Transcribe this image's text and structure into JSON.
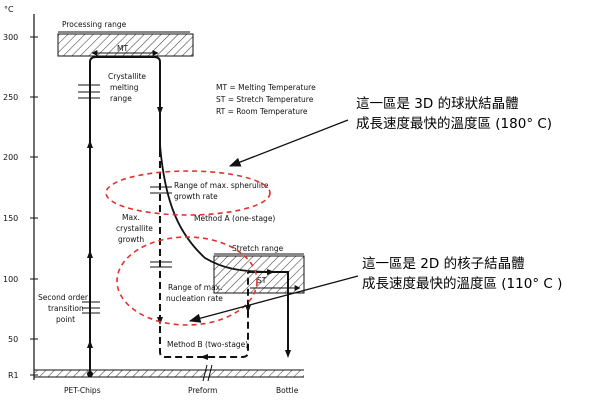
{
  "axis": {
    "unit": "°C",
    "ticks": [
      "300",
      "250",
      "200",
      "150",
      "100",
      "50",
      "R1"
    ]
  },
  "labels": {
    "processing_range": "Processing range",
    "mt": "MT",
    "crystallite_melting_range": [
      "Crystallite",
      "melting",
      "range"
    ],
    "legend": [
      "MT = Melting Temperature",
      "ST = Stretch Temperature",
      "RT = Room Temperature"
    ],
    "spherulite_range": [
      "Range of max. spherulite",
      "growth rate"
    ],
    "method_a": "Method  A (one-stage)",
    "max_crystallite_growth": [
      "Max.",
      "crystallite",
      "growth"
    ],
    "stretch_range": "Stretch range",
    "st": "ST",
    "nucleation_range": [
      "Range of max.",
      "nucleation rate"
    ],
    "second_order": [
      "Second order",
      "transition",
      "point"
    ],
    "method_b": "Method  B (two-stage)",
    "x_pet_chips": "PET-Chips",
    "x_preform": "Preform",
    "x_bottle": "Bottle"
  },
  "annotations": {
    "note_3d": [
      "這一區是 3D 的球狀結晶體",
      "成長速度最快的溫度區 (180°  C)"
    ],
    "note_2d": [
      "這一區是 2D 的核子結晶體",
      "成長速度最快的溫度區 (110°  C )"
    ]
  },
  "colors": {
    "accent": "#e0332f",
    "ink": "#111111",
    "hatch": "#444444"
  }
}
